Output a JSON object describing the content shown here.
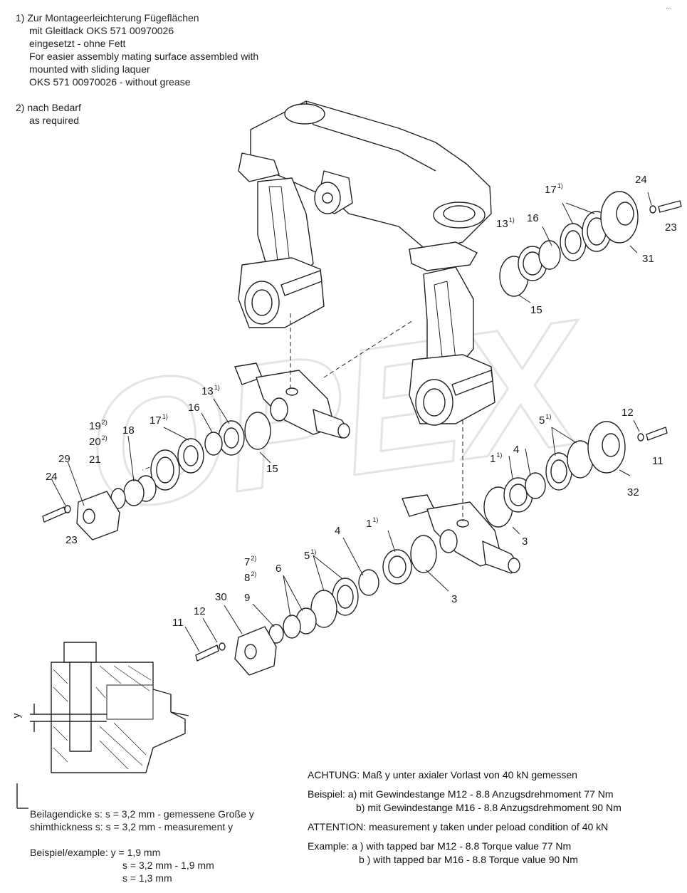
{
  "corner_mark": "...",
  "notes": {
    "note1": [
      "1) Zur Montageerleichterung Fügeflächen",
      "mit Gleitlack OKS 571 00970026",
      "eingesetzt - ohne Fett",
      "For easier assembly mating surface assembled with",
      "mounted with sliding laquer",
      "OKS 571 00970026 - without grease"
    ],
    "note2": [
      "2) nach Bedarf",
      "as required"
    ]
  },
  "watermark": "OPEX",
  "callouts": [
    {
      "id": "c24a",
      "text": "24",
      "sup": ""
    },
    {
      "id": "c17a",
      "text": "17",
      "sup": "1)"
    },
    {
      "id": "c13a",
      "text": "13",
      "sup": "1)"
    },
    {
      "id": "c16a",
      "text": "16",
      "sup": ""
    },
    {
      "id": "c23a",
      "text": "23",
      "sup": ""
    },
    {
      "id": "c31",
      "text": "31",
      "sup": ""
    },
    {
      "id": "c15a",
      "text": "15",
      "sup": ""
    },
    {
      "id": "c13b",
      "text": "13",
      "sup": "1)"
    },
    {
      "id": "c16b",
      "text": "16",
      "sup": ""
    },
    {
      "id": "c19",
      "text": "19",
      "sup": "2)"
    },
    {
      "id": "c20",
      "text": "20",
      "sup": "2)"
    },
    {
      "id": "c21",
      "text": "21",
      "sup": ""
    },
    {
      "id": "c18",
      "text": "18",
      "sup": ""
    },
    {
      "id": "c17b",
      "text": "17",
      "sup": "1)"
    },
    {
      "id": "c29",
      "text": "29",
      "sup": ""
    },
    {
      "id": "c24b",
      "text": "24",
      "sup": ""
    },
    {
      "id": "c23b",
      "text": "23",
      "sup": ""
    },
    {
      "id": "c15b",
      "text": "15",
      "sup": ""
    },
    {
      "id": "c12a",
      "text": "12",
      "sup": ""
    },
    {
      "id": "c5a",
      "text": "5",
      "sup": "1)"
    },
    {
      "id": "c1a",
      "text": "1",
      "sup": "1)"
    },
    {
      "id": "c4a",
      "text": "4",
      "sup": ""
    },
    {
      "id": "c11a",
      "text": "11",
      "sup": ""
    },
    {
      "id": "c32",
      "text": "32",
      "sup": ""
    },
    {
      "id": "c3a",
      "text": "3",
      "sup": ""
    },
    {
      "id": "c1b",
      "text": "1",
      "sup": "1)"
    },
    {
      "id": "c4b",
      "text": "4",
      "sup": ""
    },
    {
      "id": "c5b",
      "text": "5",
      "sup": "1)"
    },
    {
      "id": "c7",
      "text": "7",
      "sup": "2)"
    },
    {
      "id": "c8",
      "text": "8",
      "sup": "2)"
    },
    {
      "id": "c6",
      "text": "6",
      "sup": ""
    },
    {
      "id": "c9",
      "text": "9",
      "sup": ""
    },
    {
      "id": "c30",
      "text": "30",
      "sup": ""
    },
    {
      "id": "c12b",
      "text": "12",
      "sup": ""
    },
    {
      "id": "c11b",
      "text": "11",
      "sup": ""
    },
    {
      "id": "c3b",
      "text": "3",
      "sup": ""
    }
  ],
  "section_label": "y",
  "achtung": {
    "de_title": "ACHTUNG: Maß y unter axialer Vorlast von 40 kN gemessen",
    "de_example_a": "Beispiel: a) mit Gewindestange M12 - 8.8 Anzugsdrehmoment 77 Nm",
    "de_example_b": "b) mit Gewindestange M16 - 8.8 Anzugsdrehmoment 90 Nm",
    "en_title": "ATTENTION: measurement y taken under peload condition of 40 kN",
    "en_example_a": "Example: a ) with tapped bar M12 - 8.8 Torque value 77 Nm",
    "en_example_b": "b ) with tapped bar M16 - 8.8 Torque value 90 Nm"
  },
  "shim": {
    "de": "Beilagendicke s: s = 3,2 mm - gemessene Große y",
    "en": "shimthickness s: s = 3,2 mm - measurement y",
    "example_1": "Beispiel/example: y = 1,9 mm",
    "example_2": "s = 3,2 mm - 1,9 mm",
    "example_3": "s = 1,3 mm"
  }
}
